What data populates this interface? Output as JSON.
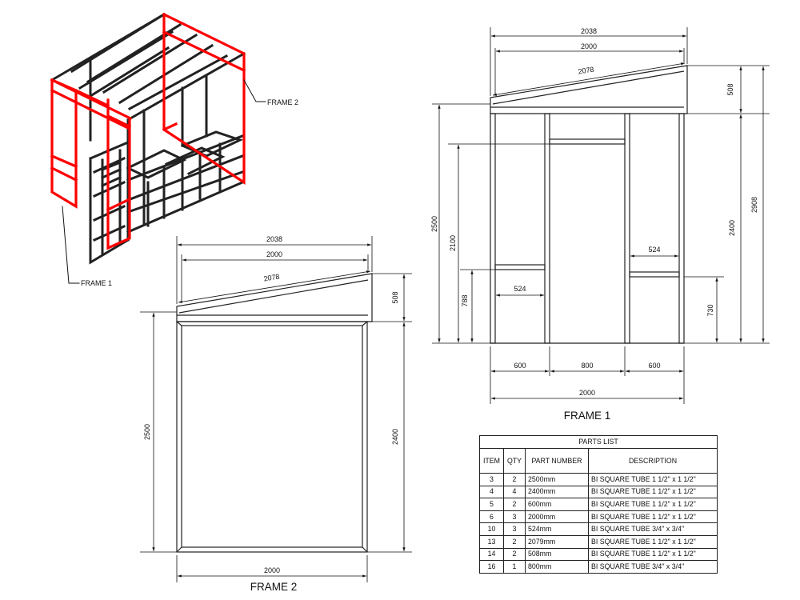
{
  "iso_view": {
    "callouts": {
      "frame2": "FRAME 2",
      "frame1": "FRAME 1"
    },
    "colors": {
      "highlight": "#ff0000",
      "structure": "#222222"
    }
  },
  "frame1_view": {
    "title": "FRAME 1",
    "dimensions": {
      "overall_top": "2038",
      "top_inner": "2000",
      "slope": "2078",
      "roof_rise": "508",
      "total_height": "2908",
      "wall_height_right": "2400",
      "wall_height_left": "2500",
      "door_height": "2100",
      "left_sill": "788",
      "right_sill": "730",
      "left_panel_width": "524",
      "right_panel_width": "524",
      "bay_left": "600",
      "bay_mid": "800",
      "bay_right": "600",
      "overall_bottom": "2000"
    }
  },
  "frame2_view": {
    "title": "FRAME 2",
    "dimensions": {
      "overall_top": "2038",
      "top_inner": "2000",
      "slope": "2078",
      "roof_rise": "508",
      "wall_height_left": "2500",
      "wall_height_right": "2400",
      "overall_bottom": "2000"
    }
  },
  "parts_list": {
    "title": "PARTS LIST",
    "columns": [
      "ITEM",
      "QTY",
      "PART NUMBER",
      "DESCRIPTION"
    ],
    "rows": [
      [
        "3",
        "2",
        "2500mm",
        "BI SQUARE TUBE 1 1/2\" x 1 1/2\""
      ],
      [
        "4",
        "4",
        "2400mm",
        "BI SQUARE TUBE 1 1/2\" x 1 1/2\""
      ],
      [
        "5",
        "2",
        "600mm",
        "BI SQUARE TUBE 1 1/2\" x 1 1/2\""
      ],
      [
        "6",
        "3",
        "2000mm",
        "BI SQUARE TUBE 1 1/2\" x 1 1/2\""
      ],
      [
        "10",
        "3",
        "524mm",
        "BI SQUARE TUBE 3/4\" x 3/4\""
      ],
      [
        "13",
        "2",
        "2079mm",
        "BI SQUARE TUBE 1 1/2\" x 1 1/2\""
      ],
      [
        "14",
        "2",
        "508mm",
        "BI SQUARE TUBE 1 1/2\" x 1 1/2\""
      ],
      [
        "16",
        "1",
        "800mm",
        "BI SQUARE TUBE 3/4\" x 3/4\""
      ]
    ]
  }
}
